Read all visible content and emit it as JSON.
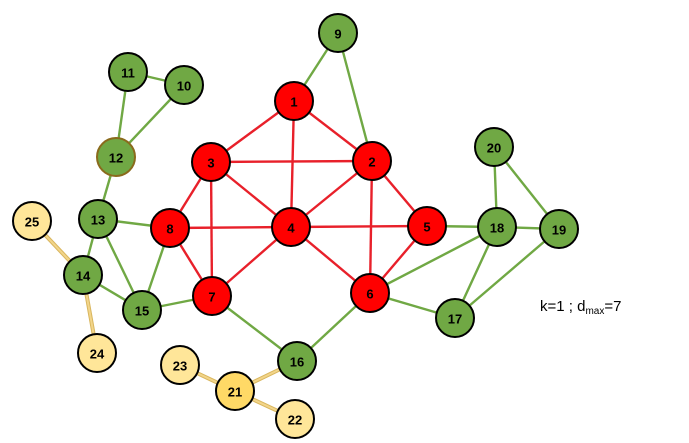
{
  "styles": {
    "red": {
      "fill": "#ff0000",
      "stroke": "#000000"
    },
    "green": {
      "fill": "#70a844",
      "stroke": "#000000"
    },
    "green_alt": {
      "fill": "#70a844",
      "stroke": "#8a6a1c"
    },
    "yellow": {
      "fill": "#ffe699",
      "stroke": "#000000"
    },
    "gold": {
      "fill": "#ffd966",
      "stroke": "#000000"
    }
  },
  "edge_colors": {
    "red": "#e8202a",
    "green": "#70a844",
    "yellow": "#f2d58a"
  },
  "nodes": [
    {
      "id": "1",
      "style": "red"
    },
    {
      "id": "2",
      "style": "red"
    },
    {
      "id": "3",
      "style": "red"
    },
    {
      "id": "4",
      "style": "red"
    },
    {
      "id": "5",
      "style": "red"
    },
    {
      "id": "6",
      "style": "red"
    },
    {
      "id": "7",
      "style": "red"
    },
    {
      "id": "8",
      "style": "red"
    },
    {
      "id": "9",
      "style": "green"
    },
    {
      "id": "10",
      "style": "green"
    },
    {
      "id": "11",
      "style": "green"
    },
    {
      "id": "12",
      "style": "green_alt"
    },
    {
      "id": "13",
      "style": "green"
    },
    {
      "id": "14",
      "style": "green"
    },
    {
      "id": "15",
      "style": "green"
    },
    {
      "id": "16",
      "style": "green"
    },
    {
      "id": "17",
      "style": "green"
    },
    {
      "id": "18",
      "style": "green"
    },
    {
      "id": "19",
      "style": "green"
    },
    {
      "id": "20",
      "style": "green"
    },
    {
      "id": "21",
      "style": "gold"
    },
    {
      "id": "22",
      "style": "yellow"
    },
    {
      "id": "23",
      "style": "yellow"
    },
    {
      "id": "24",
      "style": "yellow"
    },
    {
      "id": "25",
      "style": "yellow"
    }
  ],
  "edges": [
    {
      "from": "1",
      "to": "3",
      "color": "red"
    },
    {
      "from": "1",
      "to": "2",
      "color": "red"
    },
    {
      "from": "1",
      "to": "4",
      "color": "red"
    },
    {
      "from": "3",
      "to": "2",
      "color": "red"
    },
    {
      "from": "3",
      "to": "4",
      "color": "red"
    },
    {
      "from": "3",
      "to": "8",
      "color": "red"
    },
    {
      "from": "3",
      "to": "7",
      "color": "red"
    },
    {
      "from": "2",
      "to": "4",
      "color": "red"
    },
    {
      "from": "2",
      "to": "5",
      "color": "red"
    },
    {
      "from": "2",
      "to": "6",
      "color": "red"
    },
    {
      "from": "4",
      "to": "8",
      "color": "red"
    },
    {
      "from": "4",
      "to": "7",
      "color": "red"
    },
    {
      "from": "4",
      "to": "5",
      "color": "red"
    },
    {
      "from": "4",
      "to": "6",
      "color": "red"
    },
    {
      "from": "5",
      "to": "6",
      "color": "red"
    },
    {
      "from": "8",
      "to": "7",
      "color": "red"
    },
    {
      "from": "1",
      "to": "9",
      "color": "green"
    },
    {
      "from": "9",
      "to": "2",
      "color": "green"
    },
    {
      "from": "11",
      "to": "10",
      "color": "green"
    },
    {
      "from": "11",
      "to": "12",
      "color": "green"
    },
    {
      "from": "10",
      "to": "12",
      "color": "green"
    },
    {
      "from": "12",
      "to": "13",
      "color": "green"
    },
    {
      "from": "13",
      "to": "8",
      "color": "green"
    },
    {
      "from": "13",
      "to": "14",
      "color": "green"
    },
    {
      "from": "13",
      "to": "15",
      "color": "green"
    },
    {
      "from": "14",
      "to": "15",
      "color": "green"
    },
    {
      "from": "8",
      "to": "15",
      "color": "green"
    },
    {
      "from": "15",
      "to": "7",
      "color": "green"
    },
    {
      "from": "7",
      "to": "16",
      "color": "green"
    },
    {
      "from": "6",
      "to": "16",
      "color": "green"
    },
    {
      "from": "5",
      "to": "18",
      "color": "green"
    },
    {
      "from": "6",
      "to": "18",
      "color": "green"
    },
    {
      "from": "6",
      "to": "17",
      "color": "green"
    },
    {
      "from": "18",
      "to": "20",
      "color": "green"
    },
    {
      "from": "18",
      "to": "19",
      "color": "green"
    },
    {
      "from": "18",
      "to": "17",
      "color": "green"
    },
    {
      "from": "20",
      "to": "19",
      "color": "green"
    },
    {
      "from": "19",
      "to": "17",
      "color": "green"
    },
    {
      "from": "16",
      "to": "21",
      "color": "yellow"
    },
    {
      "from": "23",
      "to": "21",
      "color": "yellow"
    },
    {
      "from": "21",
      "to": "22",
      "color": "yellow"
    },
    {
      "from": "25",
      "to": "14",
      "color": "yellow"
    },
    {
      "from": "14",
      "to": "24",
      "color": "yellow"
    }
  ],
  "caption": {
    "k_text": "k=1 ; d",
    "sub_text": "max",
    "value_text": "=7"
  }
}
